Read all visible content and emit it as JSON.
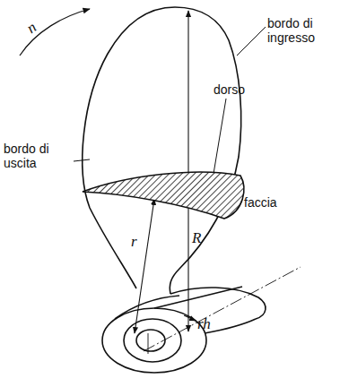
{
  "diagram": {
    "labels": [
      "n",
      "bordo di ingresso",
      "dorso",
      "faccia",
      "bordo di uscita",
      "r",
      "R",
      "rh"
    ]
  }
}
